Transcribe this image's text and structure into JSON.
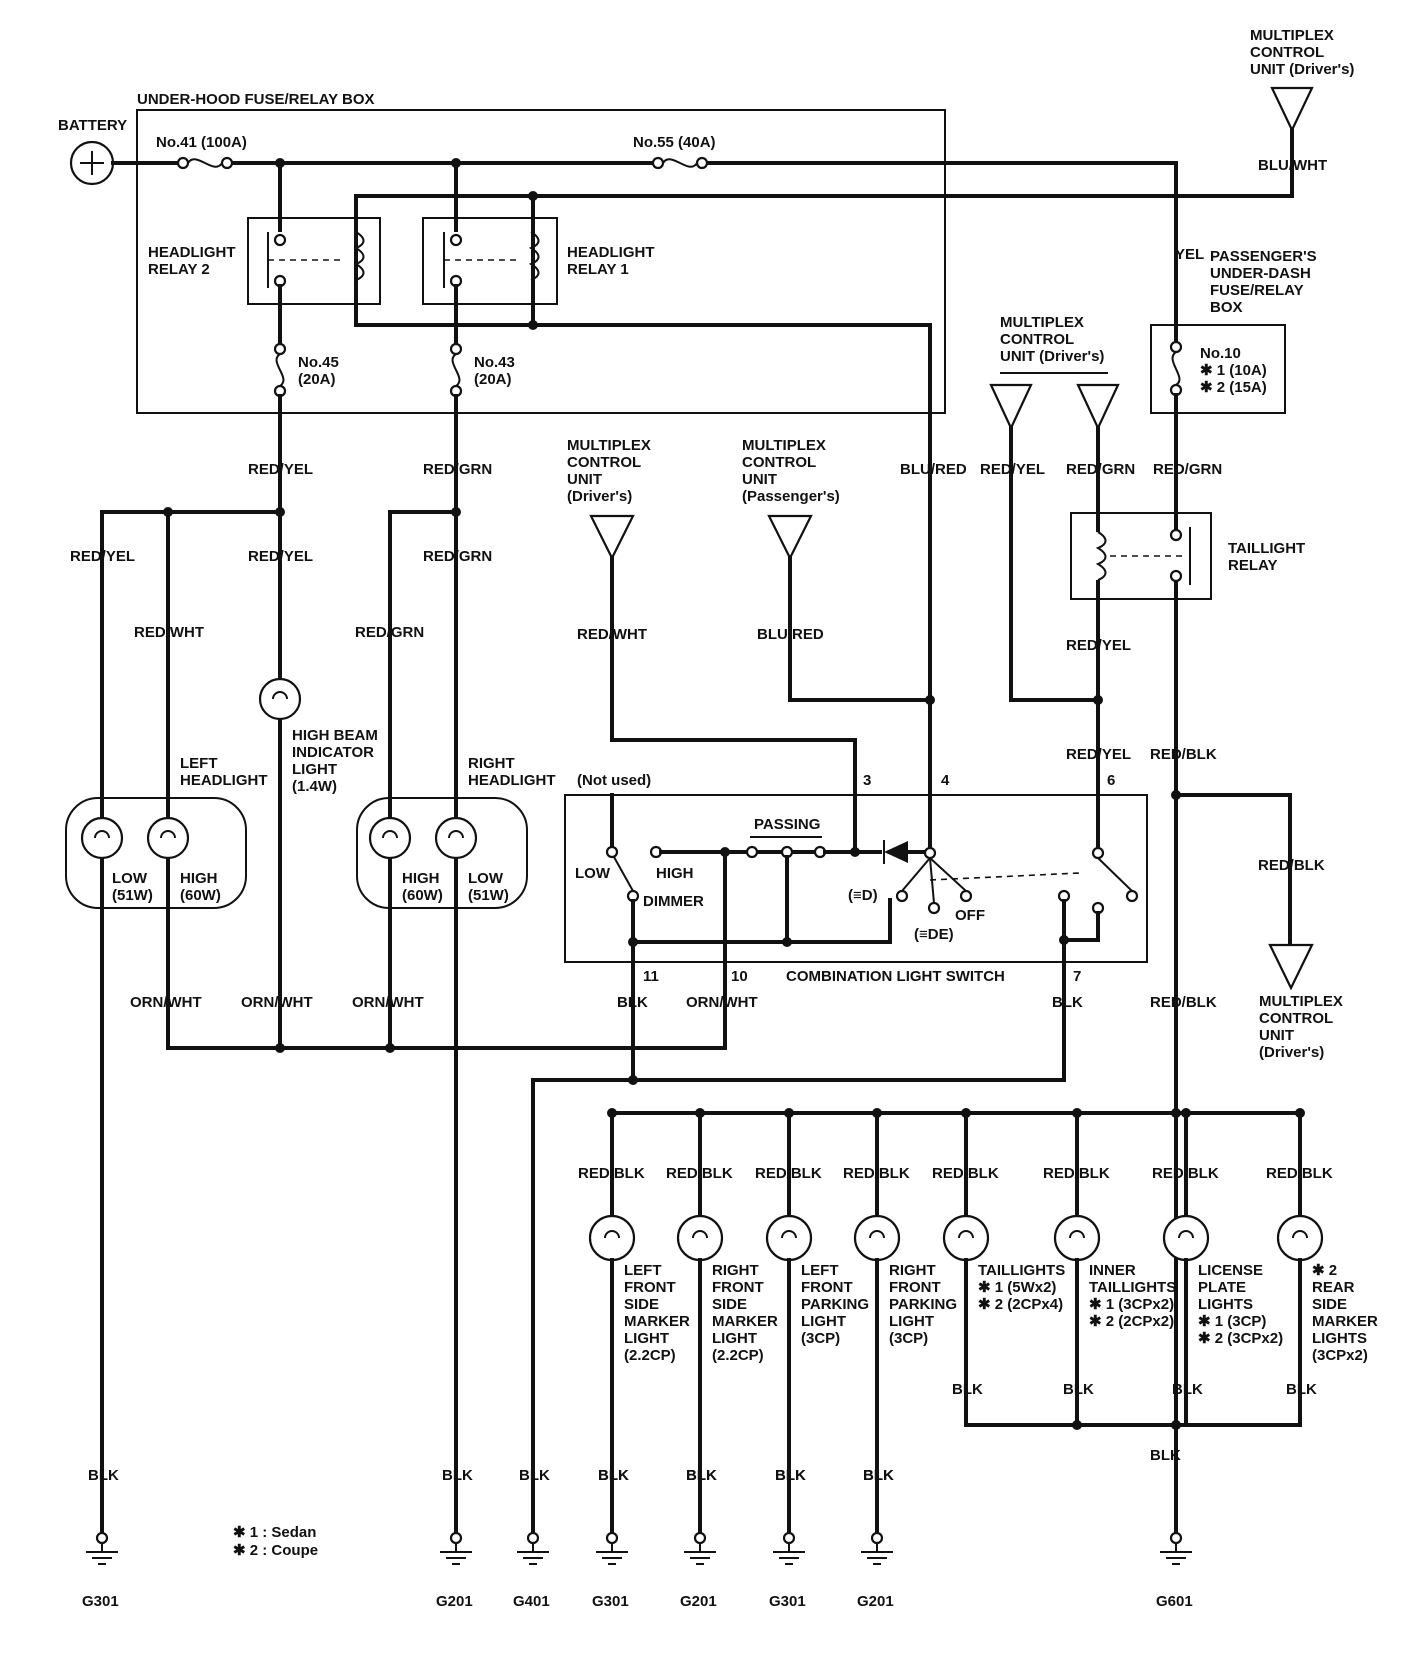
{
  "labels": {
    "battery": "BATTERY",
    "underhood_box": "UNDER-HOOD FUSE/RELAY BOX",
    "fuse41": "No.41 (100A)",
    "fuse55": "No.55 (40A)",
    "mux_top": [
      "MULTIPLEX",
      "CONTROL",
      "UNIT (Driver's)"
    ],
    "blu_wht": "BLU/WHT",
    "hl_relay2": [
      "HEADLIGHT",
      "RELAY 2"
    ],
    "hl_relay1": [
      "HEADLIGHT",
      "RELAY 1"
    ],
    "yel": "YEL",
    "pass_box": [
      "PASSENGER'S",
      "UNDER-DASH",
      "FUSE/RELAY",
      "BOX"
    ],
    "fuse45": [
      "No.45",
      "(20A)"
    ],
    "fuse43": [
      "No.43",
      "(20A)"
    ],
    "fuse10": [
      "No.10",
      "✱ 1 (10A)",
      "✱ 2 (15A)"
    ],
    "mux_mid": [
      "MULTIPLEX",
      "CONTROL",
      "UNIT (Driver's)"
    ],
    "mux_drv": [
      "MULTIPLEX",
      "CONTROL",
      "UNIT",
      "(Driver's)"
    ],
    "mux_pas": [
      "MULTIPLEX",
      "CONTROL",
      "UNIT",
      "(Passenger's)"
    ],
    "red_yel": "RED/YEL",
    "red_grn": "RED/GRN",
    "red_wht": "RED/WHT",
    "blu_red": "BLU/RED",
    "red_blk": "RED/BLK",
    "orn_wht": "ORN/WHT",
    "blk": "BLK",
    "taillight_relay": [
      "TAILLIGHT",
      "RELAY"
    ],
    "hbi": [
      "HIGH BEAM",
      "INDICATOR",
      "LIGHT",
      "(1.4W)"
    ],
    "left_hl": [
      "LEFT",
      "HEADLIGHT"
    ],
    "right_hl": [
      "RIGHT",
      "HEADLIGHT"
    ],
    "not_used": "(Not used)",
    "low": "LOW",
    "high": "HIGH",
    "w51": "(51W)",
    "w60": "(60W)",
    "dimmer": "DIMMER",
    "passing": "PASSING",
    "off": "OFF",
    "sw_pos_a": "(≡D)",
    "sw_pos_b": "(≡DE)",
    "combo_switch": "COMBINATION LIGHT SWITCH",
    "pins": [
      "3",
      "4",
      "6",
      "11",
      "10",
      "7"
    ],
    "mux_right": [
      "MULTIPLEX",
      "CONTROL",
      "UNIT",
      "(Driver's)"
    ],
    "lamps": [
      [
        "LEFT",
        "FRONT",
        "SIDE",
        "MARKER",
        "LIGHT",
        "(2.2CP)"
      ],
      [
        "RIGHT",
        "FRONT",
        "SIDE",
        "MARKER",
        "LIGHT",
        "(2.2CP)"
      ],
      [
        "LEFT",
        "FRONT",
        "PARKING",
        "LIGHT",
        "(3CP)"
      ],
      [
        "RIGHT",
        "FRONT",
        "PARKING",
        "LIGHT",
        "(3CP)"
      ],
      [
        "TAILLIGHTS",
        "✱ 1 (5Wx2)",
        "✱ 2 (2CPx4)"
      ],
      [
        "INNER",
        "TAILLIGHTS",
        "✱ 1 (3CPx2)",
        "✱ 2 (2CPx2)"
      ],
      [
        "LICENSE",
        "PLATE",
        "LIGHTS",
        "✱ 1 (3CP)",
        "✱ 2 (3CPx2)"
      ],
      [
        "✱ 2",
        "REAR",
        "SIDE",
        "MARKER",
        "LIGHTS",
        "(3CPx2)"
      ]
    ],
    "grounds": [
      "G301",
      "G201",
      "G201",
      "G401",
      "G301",
      "G201",
      "G301",
      "G201",
      "G601"
    ],
    "note1": "✱ 1  : Sedan",
    "note2": "✱ 2  : Coupe"
  }
}
